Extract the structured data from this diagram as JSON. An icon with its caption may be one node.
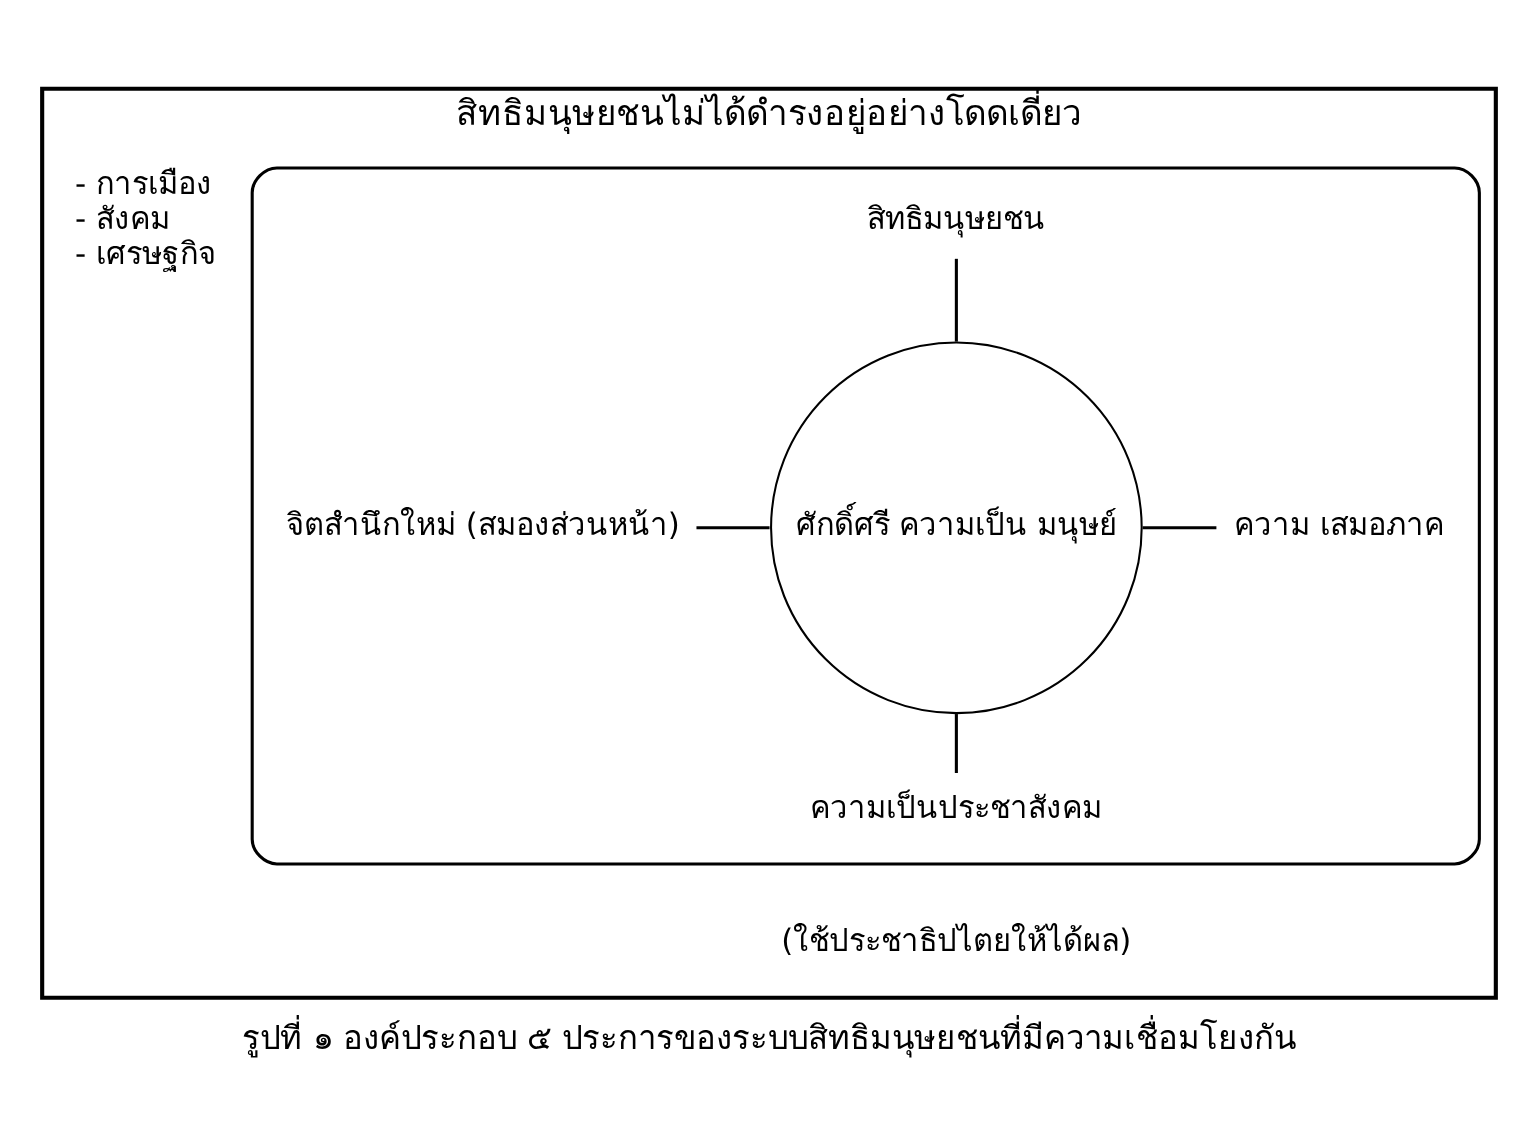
{
  "diagram": {
    "caption": "รูปที่ ๑ องค์ประกอบ ๕ ประการของระบบสิทธิมนุษยชนที่มีความเชื่อมโยงกัน",
    "nodes": [
      {
        "text": [
          "สิทธิมนุษยชนไม่ได้ดำรงอยู่อย่างโดดเดี่ยว"
        ]
      },
      {
        "text": [],
        "shape": "ellipse",
        "in": 0
      },
      {
        "text": [
          "สิทธิมนุษยชน"
        ],
        "in": 1
      },
      {
        "text": [
          "จิตสำนึกใหม่ (สมองส่วนหน้า)"
        ],
        "in": 1
      },
      {
        "text": [
          "ศักดิ์ศรี ความเป็น มนุษย์"
        ],
        "in": 1
      },
      {
        "text": [
          "ความ เสมอภาค"
        ],
        "in": 1
      },
      {
        "text": [
          "ความเป็นประชาสังคม"
        ],
        "in": 1
      }
    ],
    "edges": [
      {
        "from": 4,
        "to": 2,
        "arrow": "none"
      },
      {
        "from": 4,
        "to": 3,
        "arrow": "none"
      },
      {
        "from": 4,
        "to": 5,
        "arrow": "none"
      },
      {
        "from": 4,
        "to": 6,
        "arrow": "none"
      }
    ],
    "labels": [
      "- การเมือง - สังคม - เศรษฐกิจ",
      "(ใช้ประชาธิปไตยให้ได้ผล)"
    ]
  }
}
